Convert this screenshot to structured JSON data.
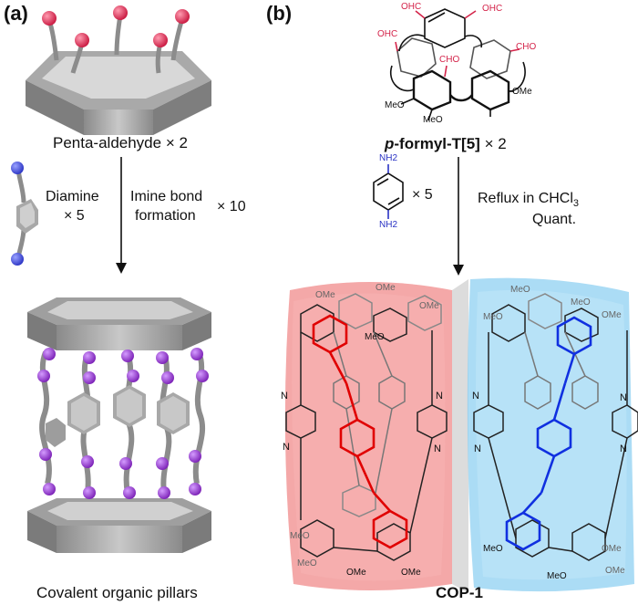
{
  "panel_a": {
    "label": "(a)",
    "top_caption": "Penta-aldehyde × 2",
    "left_reagent_line1": "Diamine",
    "left_reagent_line2": "× 5",
    "condition_line1": "Imine bond",
    "condition_line2": "formation",
    "condition_multiplier": "× 10",
    "bottom_caption": "Covalent organic pillars"
  },
  "panel_b": {
    "label": "(b)",
    "top_caption_prefix": "p",
    "top_caption_main": "-formyl-T[5]",
    "top_caption_multiplier": " × 2",
    "cho_labels": [
      "OHC",
      "OHC",
      "OHC",
      "CHO",
      "CHO"
    ],
    "ome_labels_top": [
      "OMe",
      "MeO",
      "MeO"
    ],
    "diamine_nh2_top": "NH2",
    "diamine_nh2_bottom": "NH2",
    "diamine_multiplier": "× 5",
    "condition_line1_prefix": "Reflux in CHCl",
    "condition_line1_sub": "3",
    "condition_line2": "Quant.",
    "bottom_caption": "COP-1",
    "imine_label": "N",
    "ome_label": "OMe",
    "meo_label": "MeO"
  },
  "colors": {
    "aldehyde_red": "#d4244a",
    "amine_blue": "#2a33c4",
    "pillar_purple": "#8a2fc0",
    "pillar_gray": "#9a9a9a",
    "red_shade": "#f08b8b",
    "blue_shade": "#8fd0f2",
    "highlight_red": "#e00000",
    "highlight_blue": "#1030e0"
  }
}
